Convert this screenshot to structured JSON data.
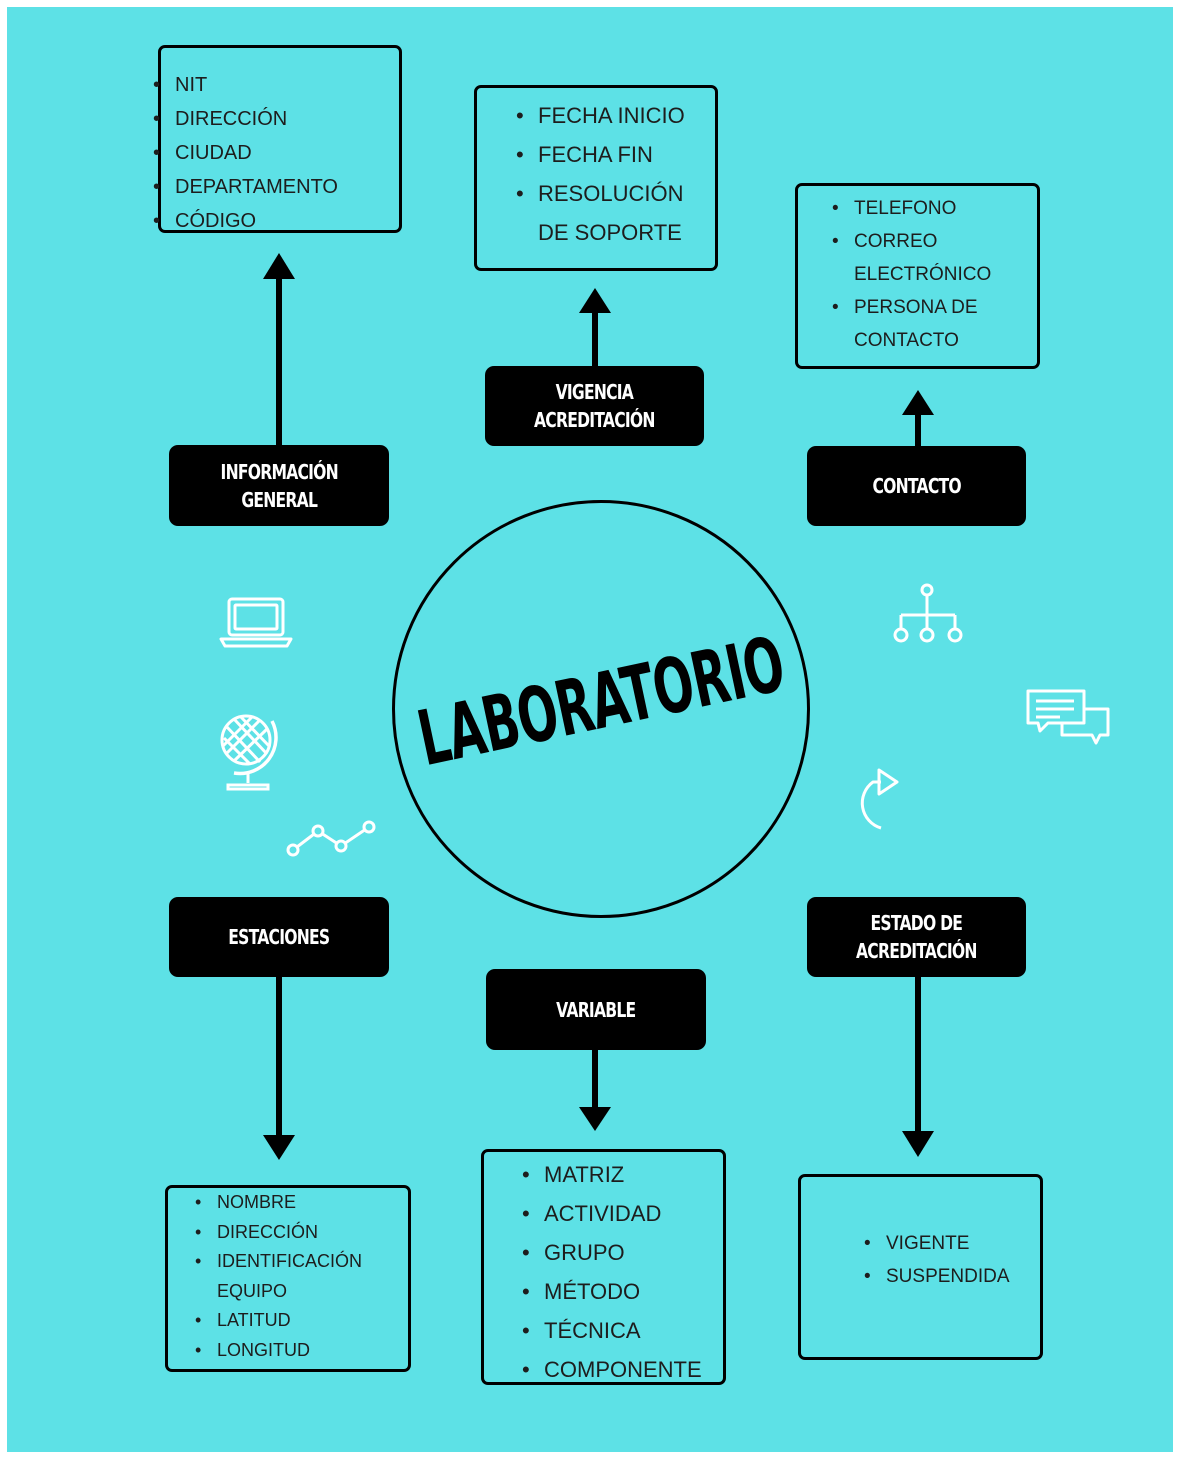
{
  "center": {
    "title": "LABORATORIO"
  },
  "labels": {
    "informacion_general": "INFORMACIÓN\nGENERAL",
    "vigencia": "VIGENCIA\nACREDITACIÓN",
    "contacto": "CONTACTO",
    "estaciones": "ESTACIONES",
    "variable": "VARIABLE",
    "estado": "ESTADO DE\nACREDITACIÓN"
  },
  "informacion_general": {
    "items": [
      "NIT",
      "DIRECCIÓN",
      "CIUDAD",
      "DEPARTAMENTO",
      "CÓDIGO"
    ]
  },
  "vigencia": {
    "items": [
      "FECHA INICIO",
      "FECHA FIN",
      "RESOLUCIÓN",
      "DE SOPORTE"
    ]
  },
  "contacto": {
    "items": [
      "TELEFONO",
      "CORREO",
      "ELECTRÓNICO",
      "PERSONA DE",
      "CONTACTO"
    ]
  },
  "estaciones": {
    "items": [
      "NOMBRE",
      "DIRECCIÓN",
      "IDENTIFICACIÓN",
      "EQUIPO",
      "LATITUD",
      "LONGITUD"
    ]
  },
  "variable": {
    "items": [
      "MATRIZ",
      "ACTIVIDAD",
      "GRUPO",
      "MÉTODO",
      "TÉCNICA",
      "COMPONENTE"
    ]
  },
  "estado": {
    "items": [
      "VIGENTE",
      "SUSPENDIDA"
    ]
  },
  "icons": [
    "laptop-icon",
    "globe-icon",
    "line-chart-icon",
    "hierarchy-icon",
    "chat-bubbles-icon",
    "redo-arrow-icon"
  ],
  "colors": {
    "background": "#5de1e6",
    "boxes": "#000000",
    "icons": "#ffffff"
  }
}
